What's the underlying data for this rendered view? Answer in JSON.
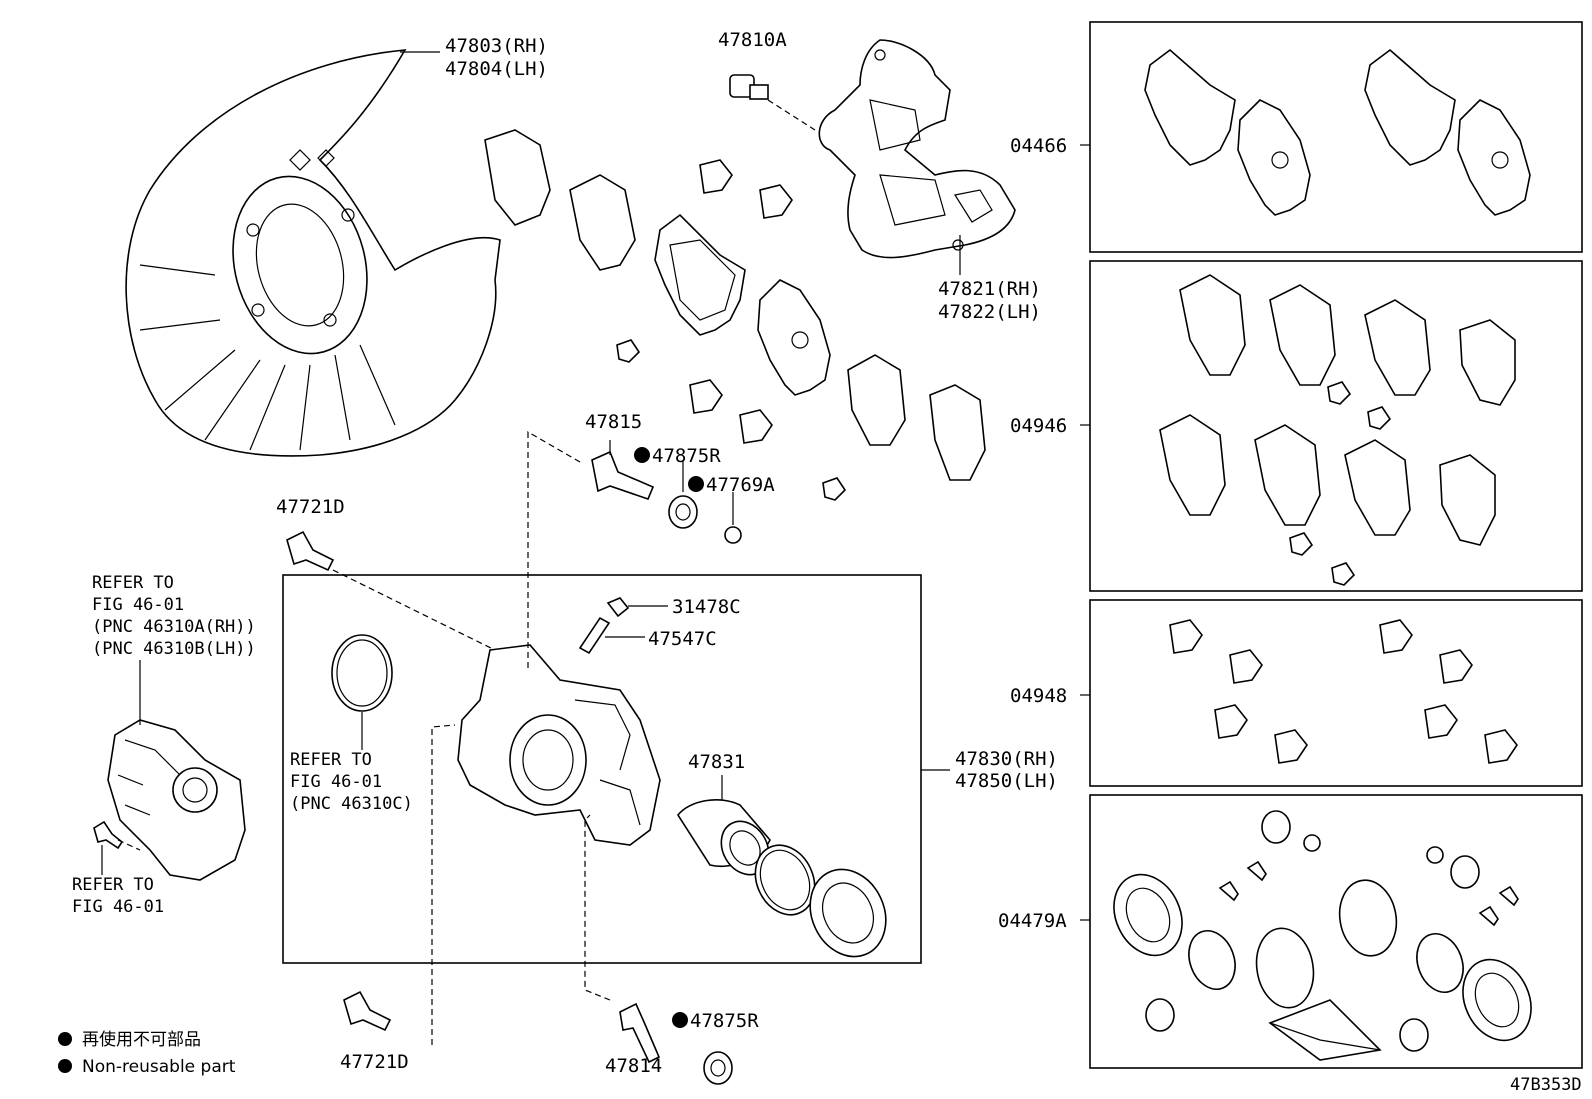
{
  "labels": {
    "shield": [
      "47803(RH)",
      "47804(LH)"
    ],
    "bolt_top": "47810A",
    "mounting": [
      "47821(RH)",
      "47822(LH)"
    ],
    "pin_upper": "47815",
    "boot_upper": "47875R",
    "cap": "47769A",
    "bolt_left_upper": "47721D",
    "refer_actuator": [
      "REFER TO",
      "FIG 46-01",
      "(PNC 46310A(RH))",
      "(PNC 46310B(LH))"
    ],
    "refer_seal": [
      "REFER TO",
      "FIG 46-01",
      "(PNC 46310C)"
    ],
    "refer_bolt": [
      "REFER TO",
      "FIG 46-01"
    ],
    "bleeder_cap": "31478C",
    "bleeder": "47547C",
    "piston": "47831",
    "caliper": [
      "47830(RH)",
      "47850(LH)"
    ],
    "bolt_left_lower": "47721D",
    "pin_lower": "47814",
    "boot_lower": "47875R",
    "kit_pads": "04466",
    "kit_shims": "04946",
    "kit_clips": "04948",
    "kit_seals": "04479A"
  },
  "legend": {
    "jp": "再使用不可部品",
    "en": "Non-reusable part"
  },
  "figure_id": "47B353D"
}
